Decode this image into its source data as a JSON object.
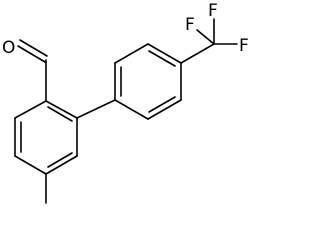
{
  "molecule": {
    "atoms": {
      "oxygen": "O",
      "fluorine_top": "F",
      "fluorine_left": "F",
      "fluorine_right": "F"
    },
    "groups": [
      "aldehyde",
      "trifluoromethyl",
      "methyl"
    ],
    "colors": {
      "bond": "#000000",
      "label": "#000000",
      "background": "#ffffff"
    }
  }
}
